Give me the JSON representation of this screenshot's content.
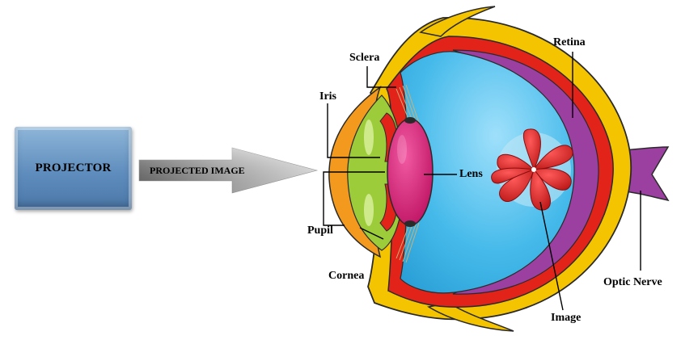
{
  "projector": {
    "label": "PROJECTOR"
  },
  "arrow": {
    "label": "PROJECTED IMAGE"
  },
  "labels": {
    "sclera": "Sclera",
    "iris": "Iris",
    "retina": "Retina",
    "lens": "Lens",
    "pupil": "Pupil",
    "cornea": "Cornea",
    "optic_nerve": "Optic Nerve",
    "image": "Image"
  },
  "colors": {
    "projector": "#5f8dbd",
    "sclera": "#f5c400",
    "choroid": "#e2231a",
    "retina": "#9b3fa0",
    "vitreous": "#3fb6ea",
    "cornea": "#f39a1e",
    "iris": "#9ccc3a",
    "lens": "#d4146f",
    "image": "#d81c1c"
  }
}
